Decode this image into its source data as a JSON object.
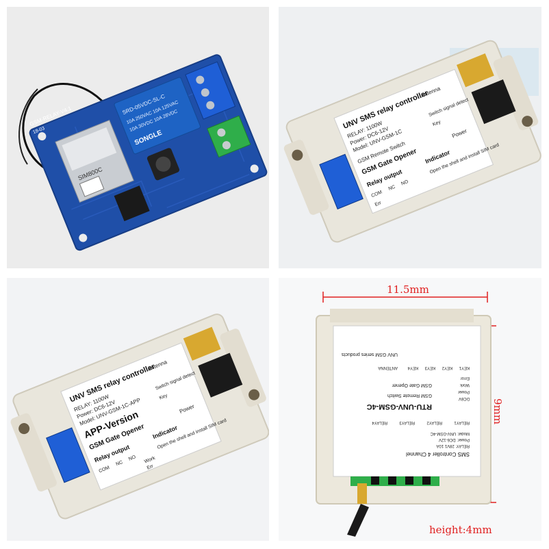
{
  "panel1": {
    "board_label": "GSM-RELAY-V4.1",
    "board_code": "18-03",
    "module_label": "SIM800C",
    "relay_brand": "SONGLE",
    "relay_model": "SRD-05VDC-SL-C",
    "relay_rating1": "10A 250VAC 10A 125VAC",
    "relay_rating2": "10A 30VDC 10A 28VDC",
    "colors": {
      "pcb": "#1f4fa8",
      "relay": "#1e63c4",
      "terminal_blue": "#1f5fd6",
      "terminal_green": "#2fae4a"
    }
  },
  "panel2": {
    "title": "UNV SMS relay controller",
    "relay": "RELAY: 1100W",
    "power": "Power: DC6-12V",
    "model": "Model: UNV-GSM-1C",
    "subtitle": "GSM Remote Switch",
    "opener": "GSM Gate Opener",
    "relay_output": "Relay output",
    "indicator": "Indicator",
    "antenna": "Antenna",
    "switch_signal": "Switch signal detect",
    "key": "Key",
    "power_label": "Power",
    "shell": "Open the shell and install SIM card",
    "com": "COM",
    "nc": "NC",
    "no": "NO",
    "err": "Err"
  },
  "panel3": {
    "title": "UNV SMS relay controller",
    "relay": "RELAY: 1100W",
    "power": "Power: DC6-12V",
    "model": "Model: UNV-GSM-1C-APP",
    "app": "APP-Version",
    "opener": "GSM Gate Opener",
    "relay_output": "Relay output",
    "indicator": "Indicator",
    "antenna": "Antenna",
    "switch_signal": "Switch signal detect",
    "key": "Key",
    "power_label": "Power",
    "shell": "Open the shell and install SIM card",
    "com": "COM",
    "nc": "NC",
    "no": "NO",
    "work": "Work",
    "err": "Err"
  },
  "panel4": {
    "width_label": "11.5mm",
    "height_label": "9mm",
    "depth_label": "height:4mm",
    "title": "SMS Controller 4 Channel",
    "relay": "RELAY: 28V1 10A",
    "power": "Power: DC6-12V",
    "model": "Model: UNV-GSM-4C",
    "code": "RTU-UNV-GSM-4C",
    "subtitle": "GSM Remote Switch",
    "opener": "GSM Gate Opener",
    "series": "UNV GSM series products",
    "relays": [
      "RELAY1",
      "RELAY2",
      "RELAY3",
      "RELAY4"
    ],
    "keys": [
      "KEY1",
      "KEY2",
      "KEY3",
      "KEY4"
    ],
    "antenna": "ANTENNA",
    "power_label": "Power",
    "dc": "DC6V",
    "work": "Work",
    "error": "Error"
  }
}
